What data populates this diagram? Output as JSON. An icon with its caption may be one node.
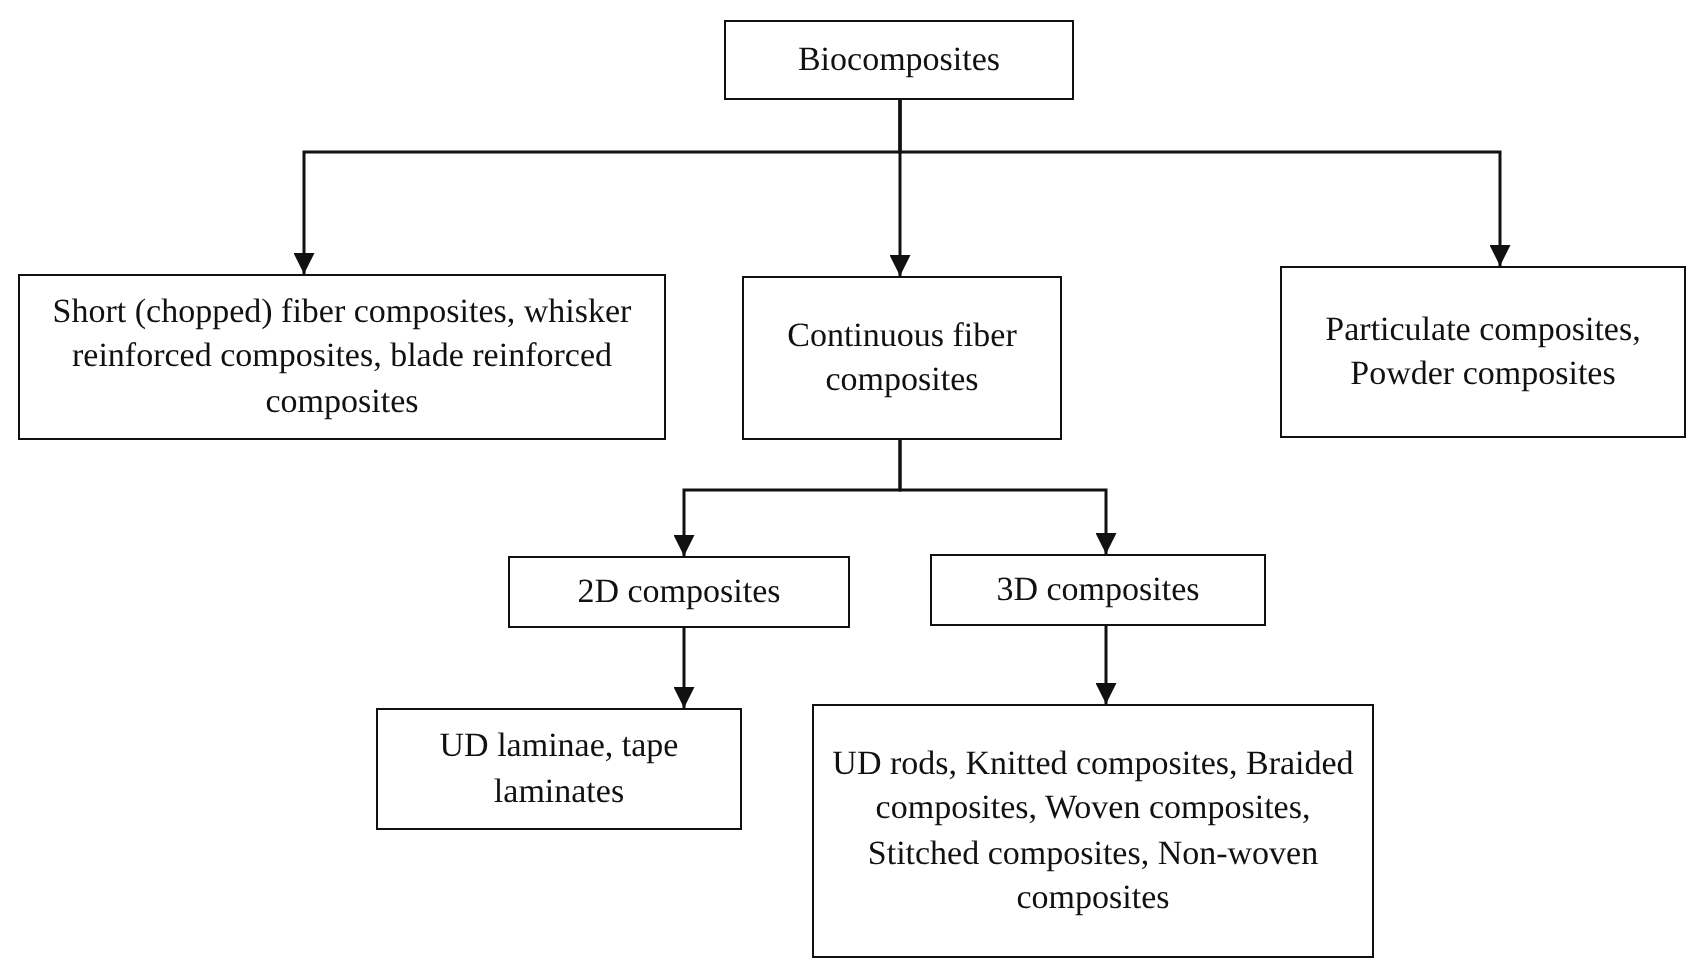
{
  "diagram": {
    "nodes": [
      {
        "text": [
          "Biocomposites"
        ]
      },
      {
        "text": [
          "Short (chopped) fiber composites, whisker reinforced composites, blade reinforced composites"
        ]
      },
      {
        "text": [
          "Continuous fiber composites"
        ]
      },
      {
        "text": [
          "Particulate composites, Powder composites"
        ]
      },
      {
        "text": [
          "2D composites"
        ]
      },
      {
        "text": [
          "3D composites"
        ]
      },
      {
        "text": [
          "UD laminae, tape laminates"
        ]
      },
      {
        "text": [
          "UD rods, Knitted composites, Braided composites, Woven composites, Stitched composites, Non-woven composites"
        ]
      }
    ],
    "edges": [
      {
        "from": 0,
        "to": 1,
        "arrow": "to"
      },
      {
        "from": 0,
        "to": 2,
        "arrow": "to"
      },
      {
        "from": 0,
        "to": 3,
        "arrow": "to"
      },
      {
        "from": 2,
        "to": 4,
        "arrow": "to"
      },
      {
        "from": 2,
        "to": 5,
        "arrow": "to"
      },
      {
        "from": 4,
        "to": 6,
        "arrow": "to"
      },
      {
        "from": 5,
        "to": 7,
        "arrow": "to"
      }
    ]
  }
}
